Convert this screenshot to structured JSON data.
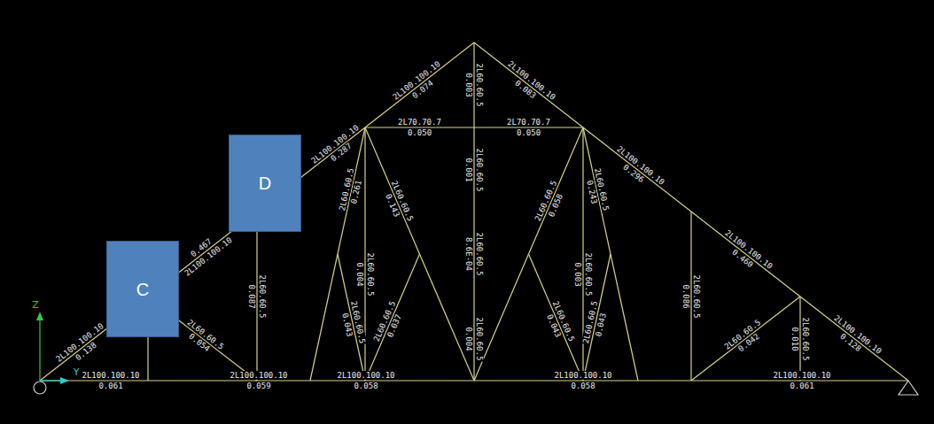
{
  "diagram": {
    "nodes": [
      {
        "text": [
          "C"
        ]
      },
      {
        "text": [
          "D"
        ]
      }
    ],
    "labels": [
      "Z",
      "Y",
      "2L100.100.10",
      "0.138",
      "2L100.100.10",
      "0.467",
      "2L100.100.10",
      "0.287",
      "2L100.100.10",
      "0.074",
      "2L60.60.5",
      "0.003",
      "2L100.100.10",
      "0.083",
      "2L100.100.10",
      "0.296",
      "2L70.70.7",
      "0.050",
      "2L60.60.5",
      "0.001",
      "2L70.70.7",
      "0.050",
      "2L100.100.10",
      "0.460",
      "2L60.60.5",
      "0.087",
      "2L60.60.5",
      "0.261",
      "2L60.60.5",
      "0.004",
      "2L60.60.5",
      "0.143",
      "2L60.60.5",
      "8.6E-04",
      "2L60.60.5",
      "0.058",
      "2L60.60.5",
      "0.003",
      "2L60.60.5",
      "0.243",
      "2L60.60.5",
      "0.086",
      "2L60.60.5",
      "0.054",
      "2L60.60.5",
      "0.043",
      "2L60.60.5",
      "0.037",
      "2L60.60.5",
      "0.004",
      "2L60.60.5",
      "0.043",
      "2L60.60.5",
      "0.043",
      "2L60.60.5",
      "0.042",
      "2L60.60.5",
      "0.010",
      "2L100.100.10",
      "0.128",
      "2L100.100.10",
      "0.061",
      "2L100.100.10",
      "0.059",
      "2L100.100.10",
      "0.058",
      "2L100.100.10",
      "0.058",
      "2L100.100.10",
      "0.061"
    ]
  }
}
